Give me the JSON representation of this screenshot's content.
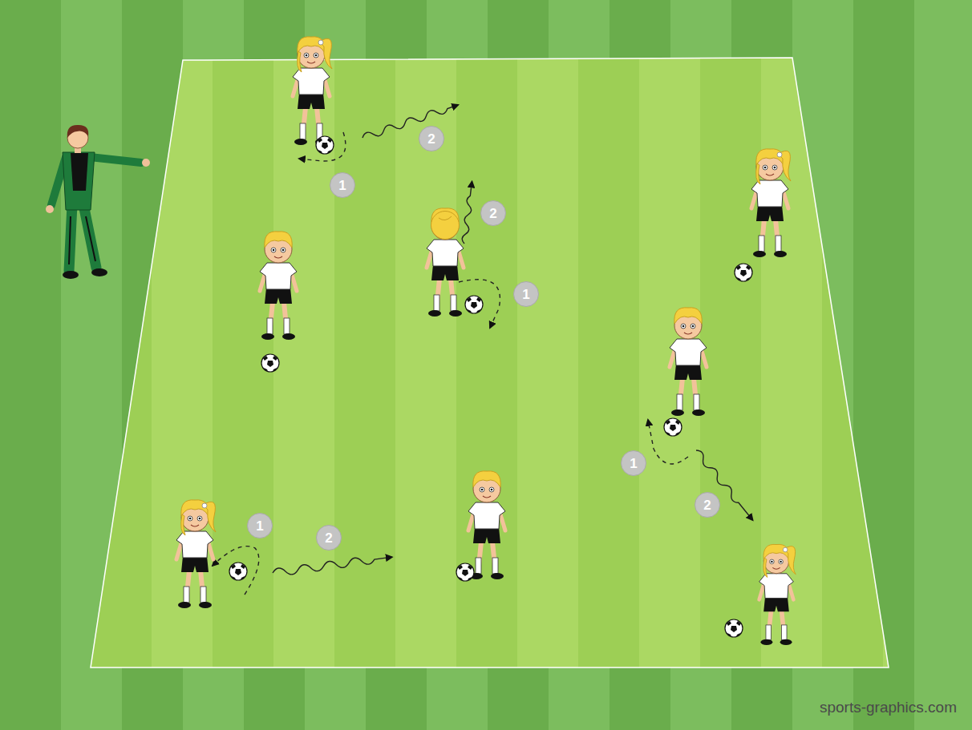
{
  "diagram": {
    "labels": [
      "2",
      "1",
      "2",
      "1",
      "1",
      "2",
      "1",
      "2",
      "sports-graphics.com"
    ]
  }
}
